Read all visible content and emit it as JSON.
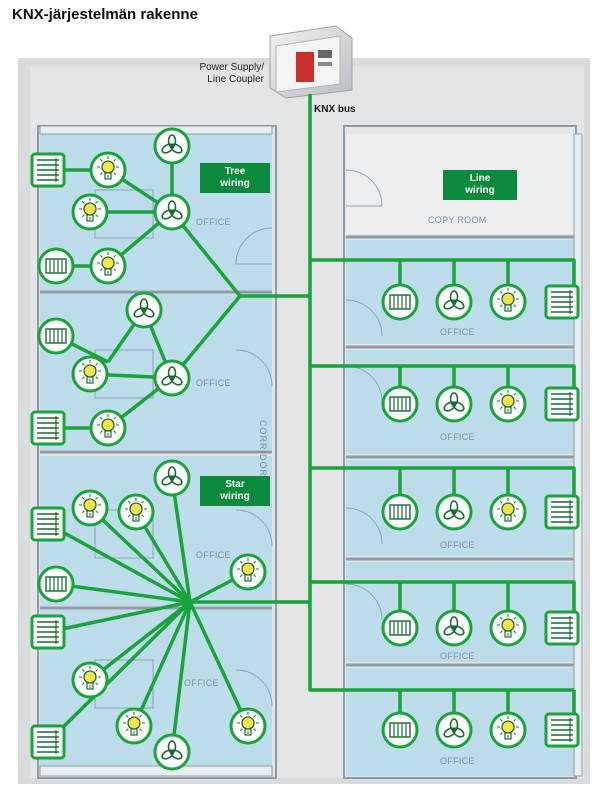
{
  "title": "KNX-järjestelmän rakenne",
  "device": {
    "label_line1": "Power Supply/",
    "label_line2": "Line Coupler"
  },
  "bus_label": "KNX bus",
  "wiring_labels": {
    "tree": [
      "Tree",
      "wiring"
    ],
    "line": [
      "Line",
      "wiring"
    ],
    "star": [
      "Star",
      "wiring"
    ]
  },
  "rooms": {
    "office": "OFFICE",
    "copy_room": "COPY ROOM",
    "corridor": "CORRIDOR"
  },
  "colors": {
    "wire": "#1aa33a",
    "label_bg": "#0a8a3a",
    "room_fill": "#bcdde9",
    "wall": "#8e9ba5",
    "floor": "#d6d9dc",
    "device_fill": "#ffffff"
  },
  "icons": [
    "blind-icon",
    "fan-icon",
    "lamp-icon",
    "radiator-icon"
  ]
}
